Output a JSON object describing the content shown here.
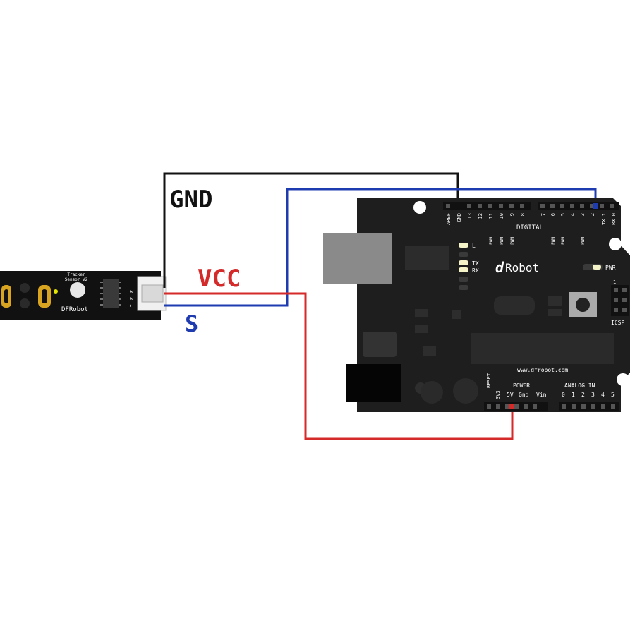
{
  "wires": {
    "gnd": {
      "label": "GND",
      "color": "#111111"
    },
    "vcc": {
      "label": "VCC",
      "color": "#d42a2a"
    },
    "signal": {
      "label": "S",
      "color": "#1f3bb0"
    }
  },
  "sensor": {
    "title_line1": "Tracker",
    "title_line2": "Sensor V2",
    "brand": "DFRobot",
    "pin_labels": [
      "3",
      "2",
      "1"
    ],
    "board_color": "#111111"
  },
  "arduino": {
    "board_color": "#1e1e1e",
    "brand": "Robot",
    "website": "www.dfrobot.com",
    "digital_label": "DIGITAL",
    "top_pins_left": [
      "AREF",
      "GND",
      "13",
      "12",
      "11",
      "10",
      "9",
      "8"
    ],
    "top_pins_right": [
      "7",
      "6",
      "5",
      "4",
      "3",
      "2",
      "TX 1",
      "RX 0"
    ],
    "pwm_label": "PWM",
    "led_labels": {
      "l": "L",
      "tx": "TX",
      "rx": "RX",
      "pwr": "PWR"
    },
    "icsp_label": "ICSP",
    "icsp_pin": "1",
    "reset_label": "RESET",
    "power_label": "POWER",
    "power_pins": [
      "3V3",
      "5V",
      "Gnd",
      "Vin"
    ],
    "analog_label": "ANALOG IN",
    "analog_pins": [
      "0",
      "1",
      "2",
      "3",
      "4",
      "5"
    ]
  }
}
